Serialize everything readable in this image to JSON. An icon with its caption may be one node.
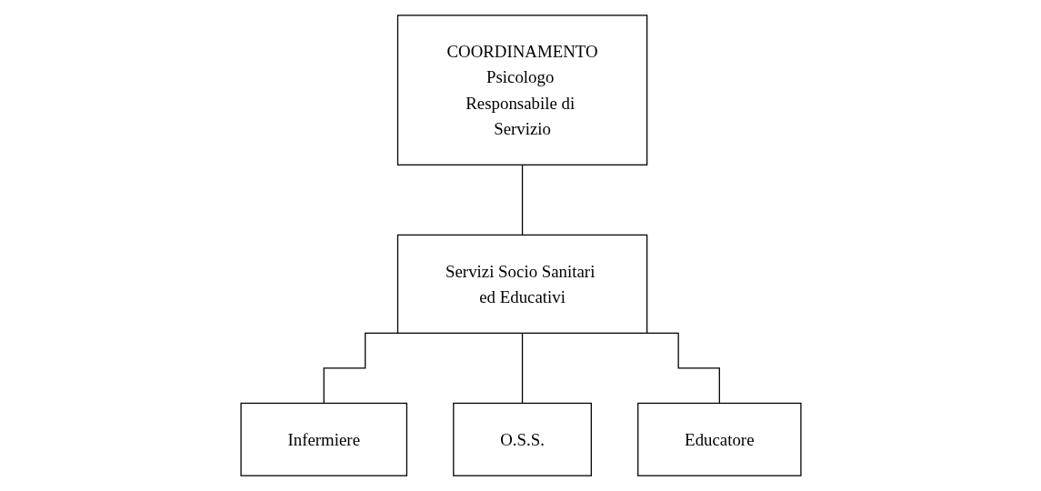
{
  "diagram": {
    "nodes": [
      {
        "text": [
          "COORDINAMENTO",
          "Psicologo Responsabile di Servizio"
        ]
      },
      {
        "text": [
          "Servizi Socio Sanitari ed Educativi"
        ]
      },
      {
        "text": [
          "Infermiere"
        ]
      },
      {
        "text": [
          "O.S.S."
        ]
      },
      {
        "text": [
          "Educatore"
        ]
      }
    ],
    "edges": [
      {
        "from": 0,
        "to": 1,
        "arrow": "none"
      },
      {
        "from": 1,
        "to": 2,
        "arrow": "none"
      },
      {
        "from": 1,
        "to": 3,
        "arrow": "none"
      },
      {
        "from": 1,
        "to": 4,
        "arrow": "none"
      }
    ]
  }
}
